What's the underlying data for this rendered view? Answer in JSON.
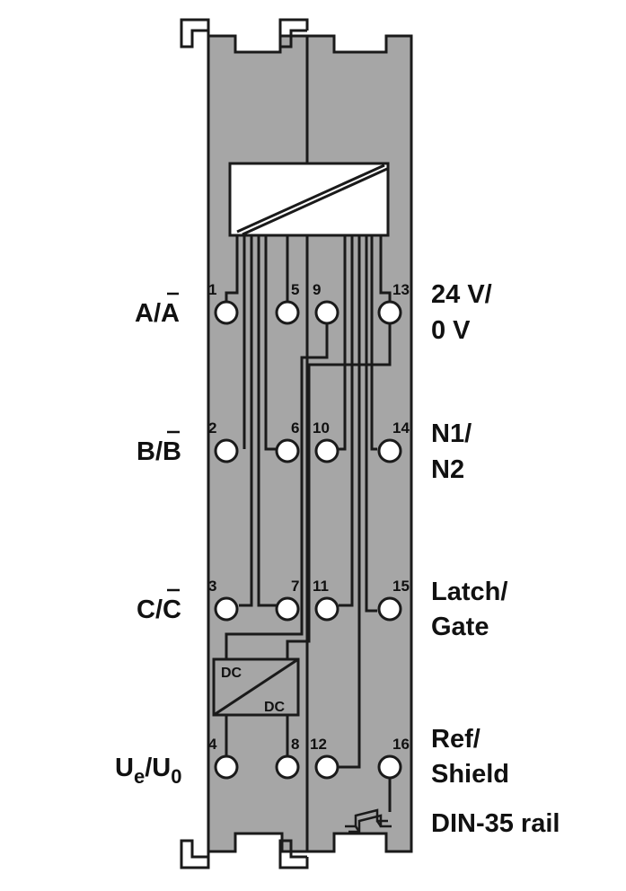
{
  "left_labels": {
    "ab": {
      "base": "A/A"
    },
    "bb": {
      "base": "B/B"
    },
    "cc": {
      "base": "C/C"
    },
    "ue": {
      "u1": "U",
      "sub1": "e",
      "sep": "/U",
      "sub2": "0"
    }
  },
  "right_labels": {
    "supply": [
      "24 V/",
      "0 V"
    ],
    "n": [
      "N1/",
      "N2"
    ],
    "latch": [
      "Latch/",
      "Gate"
    ],
    "ref": [
      "Ref/",
      "Shield"
    ],
    "rail": "DIN-35 rail"
  },
  "pins": {
    "p1": "1",
    "p2": "2",
    "p3": "3",
    "p4": "4",
    "p5": "5",
    "p6": "6",
    "p7": "7",
    "p8": "8",
    "p9": "9",
    "p10": "10",
    "p11": "11",
    "p12": "12",
    "p13": "13",
    "p14": "14",
    "p15": "15",
    "p16": "16"
  },
  "converter": {
    "in": "DC",
    "out": "DC"
  },
  "colors": {
    "housing": "#a6a6a6",
    "outline": "#1a1a1a",
    "terminal": "#ffffff"
  }
}
